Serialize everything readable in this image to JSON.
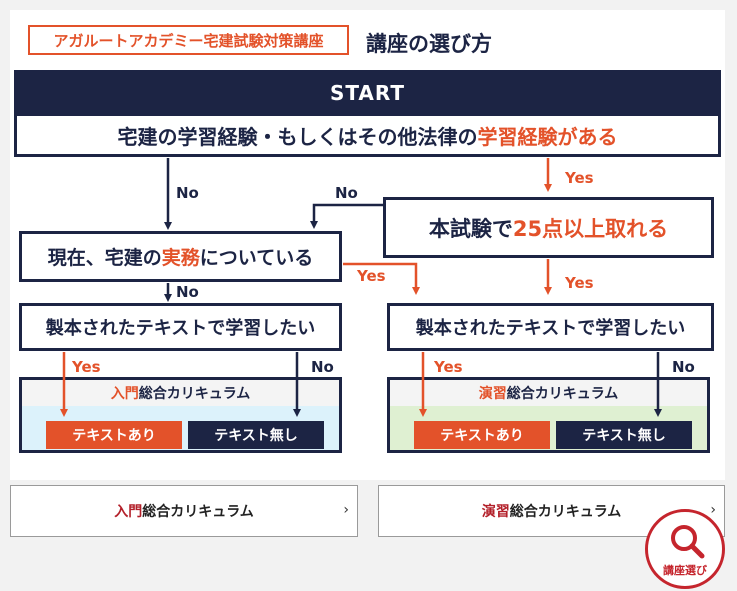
{
  "header": {
    "badge": "アガルートアカデミー宅建試験対策講座",
    "title": "講座の選び方"
  },
  "flow": {
    "start": "START",
    "q_experience": {
      "a": "宅建の学習経験・もしくはその他法律の",
      "b": "学習経験",
      "c": "がある"
    },
    "q_score": {
      "a": "本試験で",
      "b": "25点以上取れる"
    },
    "q_practice": {
      "a": "現在、宅建の",
      "b": "実務",
      "c": "についている"
    },
    "q_book_left": "製本されたテキストで学習したい",
    "q_book_right": "製本されたテキストで学習したい",
    "yes": "Yes",
    "no": "No"
  },
  "curricula": {
    "intro": {
      "pre": "入門",
      "post": "総合カリキュラム",
      "with_text": "テキストあり",
      "no_text": "テキスト無し"
    },
    "practice": {
      "pre": "演習",
      "post": "総合カリキュラム",
      "with_text": "テキストあり",
      "no_text": "テキスト無し"
    }
  },
  "links": {
    "intro": {
      "pre": "入門",
      "post": "総合カリキュラム",
      "chevron": "›"
    },
    "practice": {
      "pre": "演習",
      "post": "総合カリキュラム",
      "chevron": "›"
    }
  },
  "fab": {
    "label": "講座選び",
    "icon": "search-icon"
  },
  "colors": {
    "navy": "#1c2444",
    "orange": "#e3522a",
    "red": "#c5252d",
    "sky": "#dcf2fb",
    "green": "#dff0d2"
  }
}
